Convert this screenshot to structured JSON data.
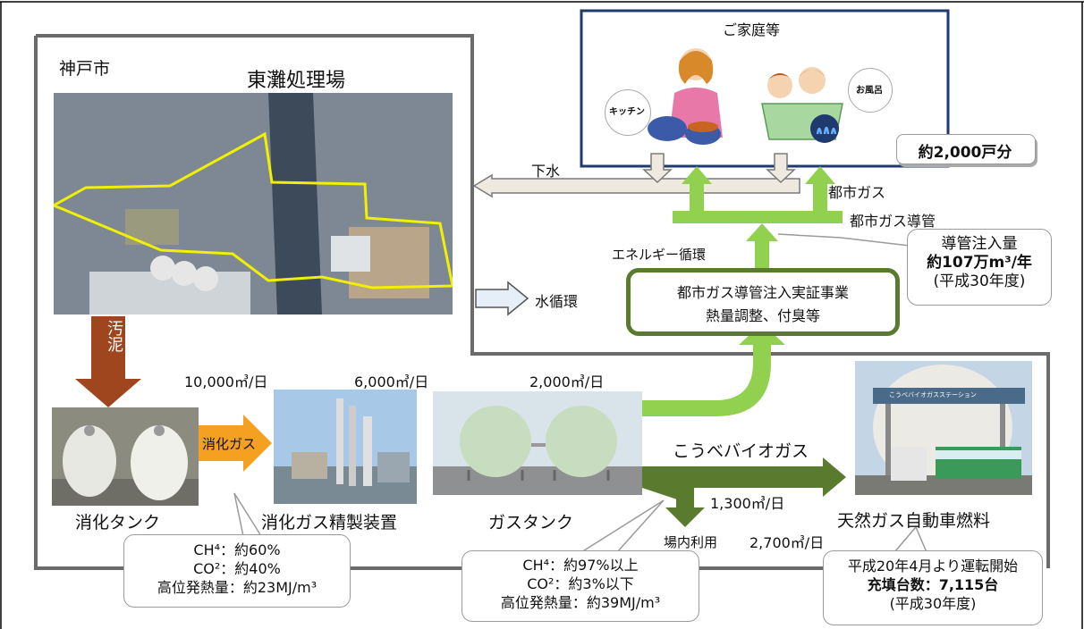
{
  "city_label": "神戸市",
  "plant_title": "東灘処理場",
  "home_title": "ご家庭等",
  "kitchen_label": "キッチン",
  "bath_label": "お風呂",
  "households": "約2,000戸分",
  "sewage_label": "下水",
  "city_gas_label": "都市ガス",
  "pipeline_label": "都市ガス導管",
  "energy_cycle_label": "エネルギー循環",
  "water_cycle_label": "水循環",
  "injection": {
    "title": "導管注入量",
    "value": "約107万m³/年",
    "year": "(平成30年度)"
  },
  "project": {
    "line1": "都市ガス導管注入実証事業",
    "line2": "熱量調整、付臭等"
  },
  "sludge_label": "汚泥",
  "digestion_gas_label": "消化ガス",
  "flow_10000": "10,000㎥/日",
  "flow_6000": "6,000㎥/日",
  "flow_2000": "2,000㎥/日",
  "digestion_tank_label": "消化タンク",
  "purifier_label": "消化ガス精製装置",
  "gas_tank_label": "ガスタンク",
  "kobe_biogas_label": "こうべバイオガス",
  "flow_1300": "1,300㎥/日",
  "onsite_label": "場内利用",
  "flow_2700": "2,700㎥/日",
  "ngv_label": "天然ガス自動車燃料",
  "station_sign": "こうべバイオガスステーション",
  "raw_gas": {
    "ch4": "CH⁴：約60%",
    "co2": "CO²：約40%",
    "heat": "高位発熱量：約23MJ/m³"
  },
  "refined_gas": {
    "ch4": "CH⁴：約97%以上",
    "co2": "CO²：約3%以下",
    "heat": "高位発熱量：約39MJ/m³"
  },
  "vehicle": {
    "start": "平成20年4月より運転開始",
    "count": "充填台数：7,115台",
    "year": "(平成30年度)"
  },
  "colors": {
    "green_dark": "#5a7a2e",
    "green_light": "#92d050",
    "arrow_brown": "#a0461e",
    "arrow_orange": "#f5a020",
    "frame": "#6b6b6b"
  }
}
